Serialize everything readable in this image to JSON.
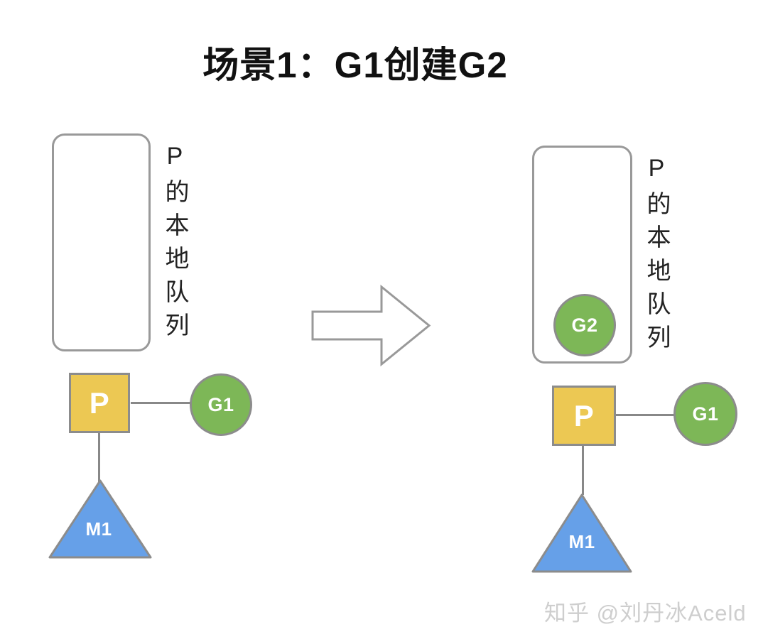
{
  "title": "场景1：G1创建G2",
  "diagram": {
    "left": {
      "queue_label": "P的本地队列",
      "queue_items": [],
      "p": "P",
      "g1": "G1",
      "m1": "M1"
    },
    "right": {
      "queue_label": "P的本地队列",
      "queue_items": [
        "G2"
      ],
      "g2": "G2",
      "p": "P",
      "g1": "G1",
      "m1": "M1"
    }
  },
  "watermark": "知乎 @刘丹冰Aceld",
  "colors": {
    "p-yellow": "#ECC853",
    "g-green": "#7DB757",
    "m-blue": "#66A0E8",
    "shape-outline": "#8C8C8C",
    "connector": "#888888",
    "queue-border": "#999999",
    "title-text": "#111111",
    "label-text": "#222222",
    "watermark-text": "#CECECE"
  }
}
